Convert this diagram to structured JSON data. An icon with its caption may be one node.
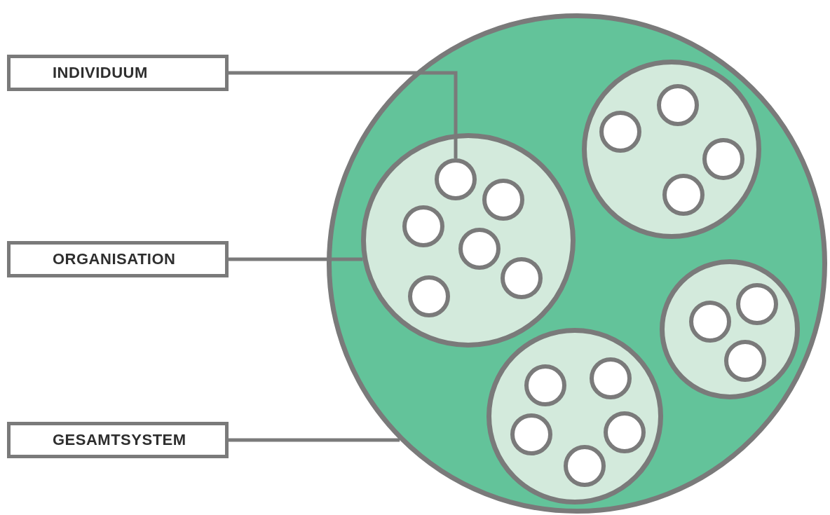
{
  "diagram": {
    "nodes": [
      {
        "text": [
          "INDIVIDUUM"
        ]
      },
      {
        "text": [
          "ORGANISATION"
        ]
      },
      {
        "text": [
          "GESAMTSYSTEM"
        ]
      },
      {
        "text": [],
        "shape": "circle"
      },
      {
        "text": [],
        "shape": "circle",
        "in": 3
      },
      {
        "text": [],
        "shape": "circle",
        "in": 4
      },
      {
        "text": [],
        "shape": "circle",
        "in": 4
      },
      {
        "text": [],
        "shape": "circle",
        "in": 4
      },
      {
        "text": [],
        "shape": "circle",
        "in": 4
      },
      {
        "text": [],
        "shape": "circle",
        "in": 4
      },
      {
        "text": [],
        "shape": "circle",
        "in": 4
      },
      {
        "text": [],
        "shape": "circle",
        "in": 3
      },
      {
        "text": [],
        "shape": "circle",
        "in": 11
      },
      {
        "text": [],
        "shape": "circle",
        "in": 11
      },
      {
        "text": [],
        "shape": "circle",
        "in": 11
      },
      {
        "text": [],
        "shape": "circle",
        "in": 11
      },
      {
        "text": [],
        "shape": "circle",
        "in": 3
      },
      {
        "text": [],
        "shape": "circle",
        "in": 16
      },
      {
        "text": [],
        "shape": "circle",
        "in": 16
      },
      {
        "text": [],
        "shape": "circle",
        "in": 16
      },
      {
        "text": [],
        "shape": "circle",
        "in": 3
      },
      {
        "text": [],
        "shape": "circle",
        "in": 20
      },
      {
        "text": [],
        "shape": "circle",
        "in": 20
      },
      {
        "text": [],
        "shape": "circle",
        "in": 20
      },
      {
        "text": [],
        "shape": "circle",
        "in": 20
      },
      {
        "text": [],
        "shape": "circle",
        "in": 20
      }
    ],
    "edges": [
      {
        "from": 0,
        "to": 5,
        "arrow": "none"
      },
      {
        "from": 1,
        "to": 4,
        "arrow": "none"
      },
      {
        "from": 2,
        "to": 3,
        "arrow": "none"
      }
    ]
  }
}
